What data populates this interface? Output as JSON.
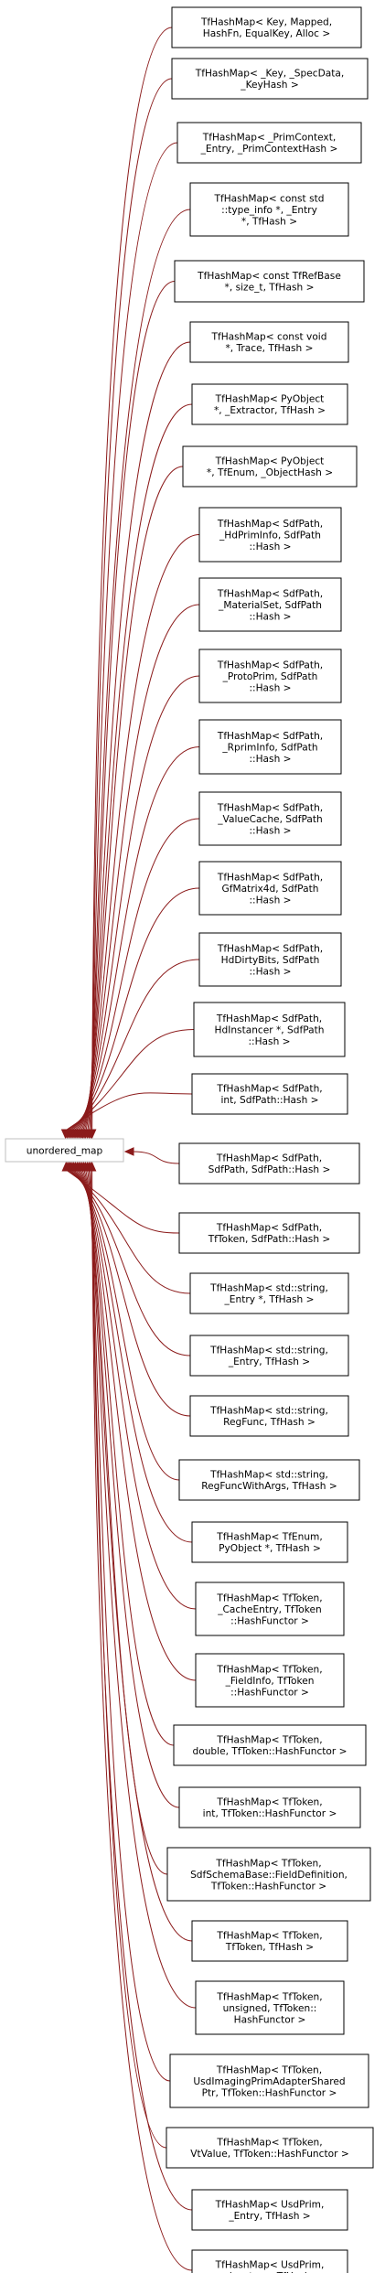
{
  "base": {
    "label": [
      "unordered_map"
    ]
  },
  "children": [
    {
      "label": [
        "TfHashMap< Key, Mapped,",
        "HashFn, EqualKey, Alloc >"
      ]
    },
    {
      "label": [
        "TfHashMap< _Key, _SpecData,",
        "_KeyHash >"
      ]
    },
    {
      "label": [
        "TfHashMap< _PrimContext,",
        "_Entry, _PrimContextHash >"
      ]
    },
    {
      "label": [
        "TfHashMap< const std",
        "::type_info *, _Entry",
        "*, TfHash >"
      ]
    },
    {
      "label": [
        "TfHashMap< const TfRefBase",
        "*, size_t, TfHash >"
      ]
    },
    {
      "label": [
        "TfHashMap< const void",
        "*, Trace, TfHash >"
      ]
    },
    {
      "label": [
        "TfHashMap< PyObject",
        "*, _Extractor, TfHash >"
      ]
    },
    {
      "label": [
        "TfHashMap< PyObject",
        "*, TfEnum, _ObjectHash >"
      ]
    },
    {
      "label": [
        "TfHashMap< SdfPath,",
        "_HdPrimInfo, SdfPath",
        "::Hash >"
      ]
    },
    {
      "label": [
        "TfHashMap< SdfPath,",
        "_MaterialSet, SdfPath",
        "::Hash >"
      ]
    },
    {
      "label": [
        "TfHashMap< SdfPath,",
        "_ProtoPrim, SdfPath",
        "::Hash >"
      ]
    },
    {
      "label": [
        "TfHashMap< SdfPath,",
        "_RprimInfo, SdfPath",
        "::Hash >"
      ]
    },
    {
      "label": [
        "TfHashMap< SdfPath,",
        "_ValueCache, SdfPath",
        "::Hash >"
      ]
    },
    {
      "label": [
        "TfHashMap< SdfPath,",
        "GfMatrix4d, SdfPath",
        "::Hash >"
      ]
    },
    {
      "label": [
        "TfHashMap< SdfPath,",
        "HdDirtyBits, SdfPath",
        "::Hash >"
      ]
    },
    {
      "label": [
        "TfHashMap< SdfPath,",
        "HdInstancer *, SdfPath",
        "::Hash >"
      ]
    },
    {
      "label": [
        "TfHashMap< SdfPath,",
        "int, SdfPath::Hash >"
      ]
    },
    {
      "label": [
        "TfHashMap< SdfPath,",
        "SdfPath, SdfPath::Hash >"
      ]
    },
    {
      "label": [
        "TfHashMap< SdfPath,",
        "TfToken, SdfPath::Hash >"
      ]
    },
    {
      "label": [
        "TfHashMap< std::string,",
        "_Entry *, TfHash >"
      ]
    },
    {
      "label": [
        "TfHashMap< std::string,",
        "_Entry, TfHash >"
      ]
    },
    {
      "label": [
        "TfHashMap< std::string,",
        "RegFunc, TfHash >"
      ]
    },
    {
      "label": [
        "TfHashMap< std::string,",
        "RegFuncWithArgs, TfHash >"
      ]
    },
    {
      "label": [
        "TfHashMap< TfEnum,",
        "PyObject *, TfHash >"
      ]
    },
    {
      "label": [
        "TfHashMap< TfToken,",
        "_CacheEntry, TfToken",
        "::HashFunctor >"
      ]
    },
    {
      "label": [
        "TfHashMap< TfToken,",
        "_FieldInfo, TfToken",
        "::HashFunctor >"
      ]
    },
    {
      "label": [
        "TfHashMap< TfToken,",
        "double, TfToken::HashFunctor >"
      ]
    },
    {
      "label": [
        "TfHashMap< TfToken,",
        "int, TfToken::HashFunctor >"
      ]
    },
    {
      "label": [
        "TfHashMap< TfToken,",
        "SdfSchemaBase::FieldDefinition,",
        "TfToken::HashFunctor >"
      ]
    },
    {
      "label": [
        "TfHashMap< TfToken,",
        "TfToken, TfHash >"
      ]
    },
    {
      "label": [
        "TfHashMap< TfToken,",
        "unsigned, TfToken::",
        "HashFunctor >"
      ]
    },
    {
      "label": [
        "TfHashMap< TfToken,",
        "UsdImagingPrimAdapterShared",
        "Ptr, TfToken::HashFunctor >"
      ]
    },
    {
      "label": [
        "TfHashMap< TfToken,",
        "VtValue, TfToken::HashFunctor >"
      ]
    },
    {
      "label": [
        "TfHashMap< UsdPrim,",
        "_Entry, TfHash >"
      ]
    },
    {
      "label": [
        "TfHashMap< UsdPrim,",
        "value_type, TfHash >"
      ]
    }
  ],
  "colors": {
    "edge": "#8b1a1a",
    "node_border": "#000000",
    "base_border": "#bfbfbf"
  }
}
